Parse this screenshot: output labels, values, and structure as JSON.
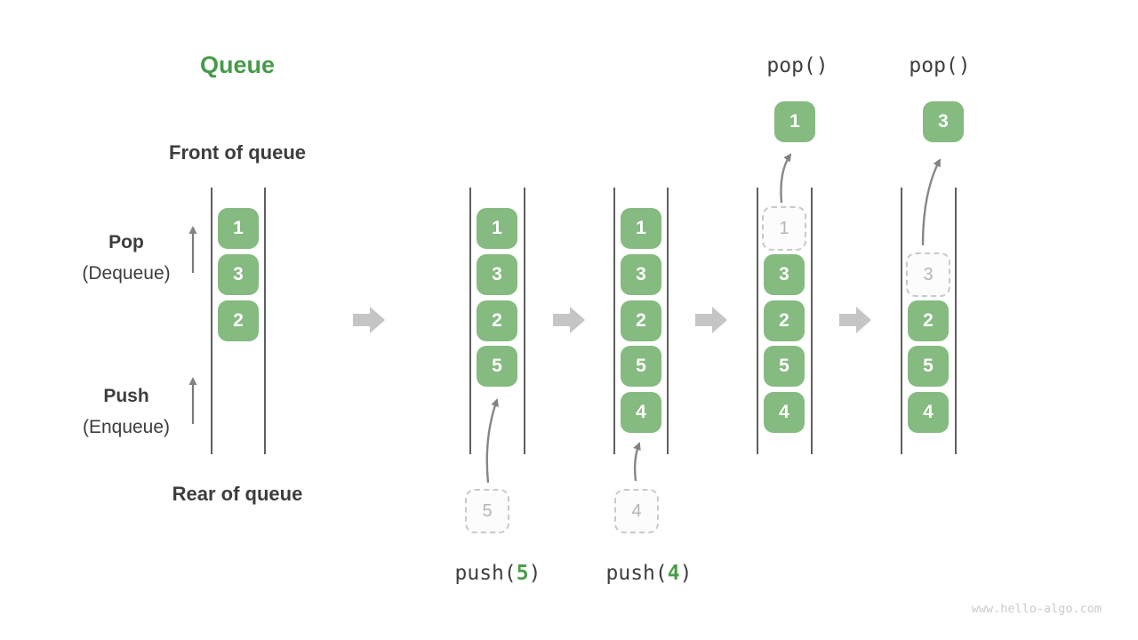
{
  "title": "Queue",
  "labels": {
    "front_of_queue": "Front of queue",
    "rear_of_queue": "Rear of queue",
    "pop": "Pop",
    "pop_sub": "(Dequeue)",
    "push": "Push",
    "push_sub": "(Enqueue)"
  },
  "operations": {
    "pop1": "pop()",
    "pop2": "pop()",
    "push5": {
      "fn": "push(",
      "arg": "5",
      "close": ")"
    },
    "push4": {
      "fn": "push(",
      "arg": "4",
      "close": ")"
    }
  },
  "states": [
    {
      "name": "initial",
      "cells": [
        {
          "value": "1"
        },
        {
          "value": "3"
        },
        {
          "value": "2"
        }
      ]
    },
    {
      "name": "after_push_5",
      "cells": [
        {
          "value": "1"
        },
        {
          "value": "3"
        },
        {
          "value": "2"
        },
        {
          "value": "5"
        }
      ],
      "incoming": "5"
    },
    {
      "name": "after_push_4",
      "cells": [
        {
          "value": "1"
        },
        {
          "value": "3"
        },
        {
          "value": "2"
        },
        {
          "value": "5"
        },
        {
          "value": "4"
        }
      ],
      "incoming": "4"
    },
    {
      "name": "after_pop_1",
      "ghost": "1",
      "cells": [
        {
          "value": "3"
        },
        {
          "value": "2"
        },
        {
          "value": "5"
        },
        {
          "value": "4"
        }
      ],
      "popped": "1"
    },
    {
      "name": "after_pop_3",
      "ghost": "3",
      "cells": [
        {
          "value": "2"
        },
        {
          "value": "5"
        },
        {
          "value": "4"
        }
      ],
      "popped": "3"
    }
  ],
  "watermark": "www.hello-algo.com",
  "colors": {
    "box_green": "#85ba80",
    "box_text": "#ffffff",
    "accent_green": "#479a4a",
    "text_dark": "#3d3d3d",
    "ghost_border": "#c9c9c9",
    "ghost_text": "#b5b5b5",
    "flow_arrow": "#c5c5c5",
    "motion_arrow": "#868686",
    "queue_wall": "#5f5f5f"
  }
}
